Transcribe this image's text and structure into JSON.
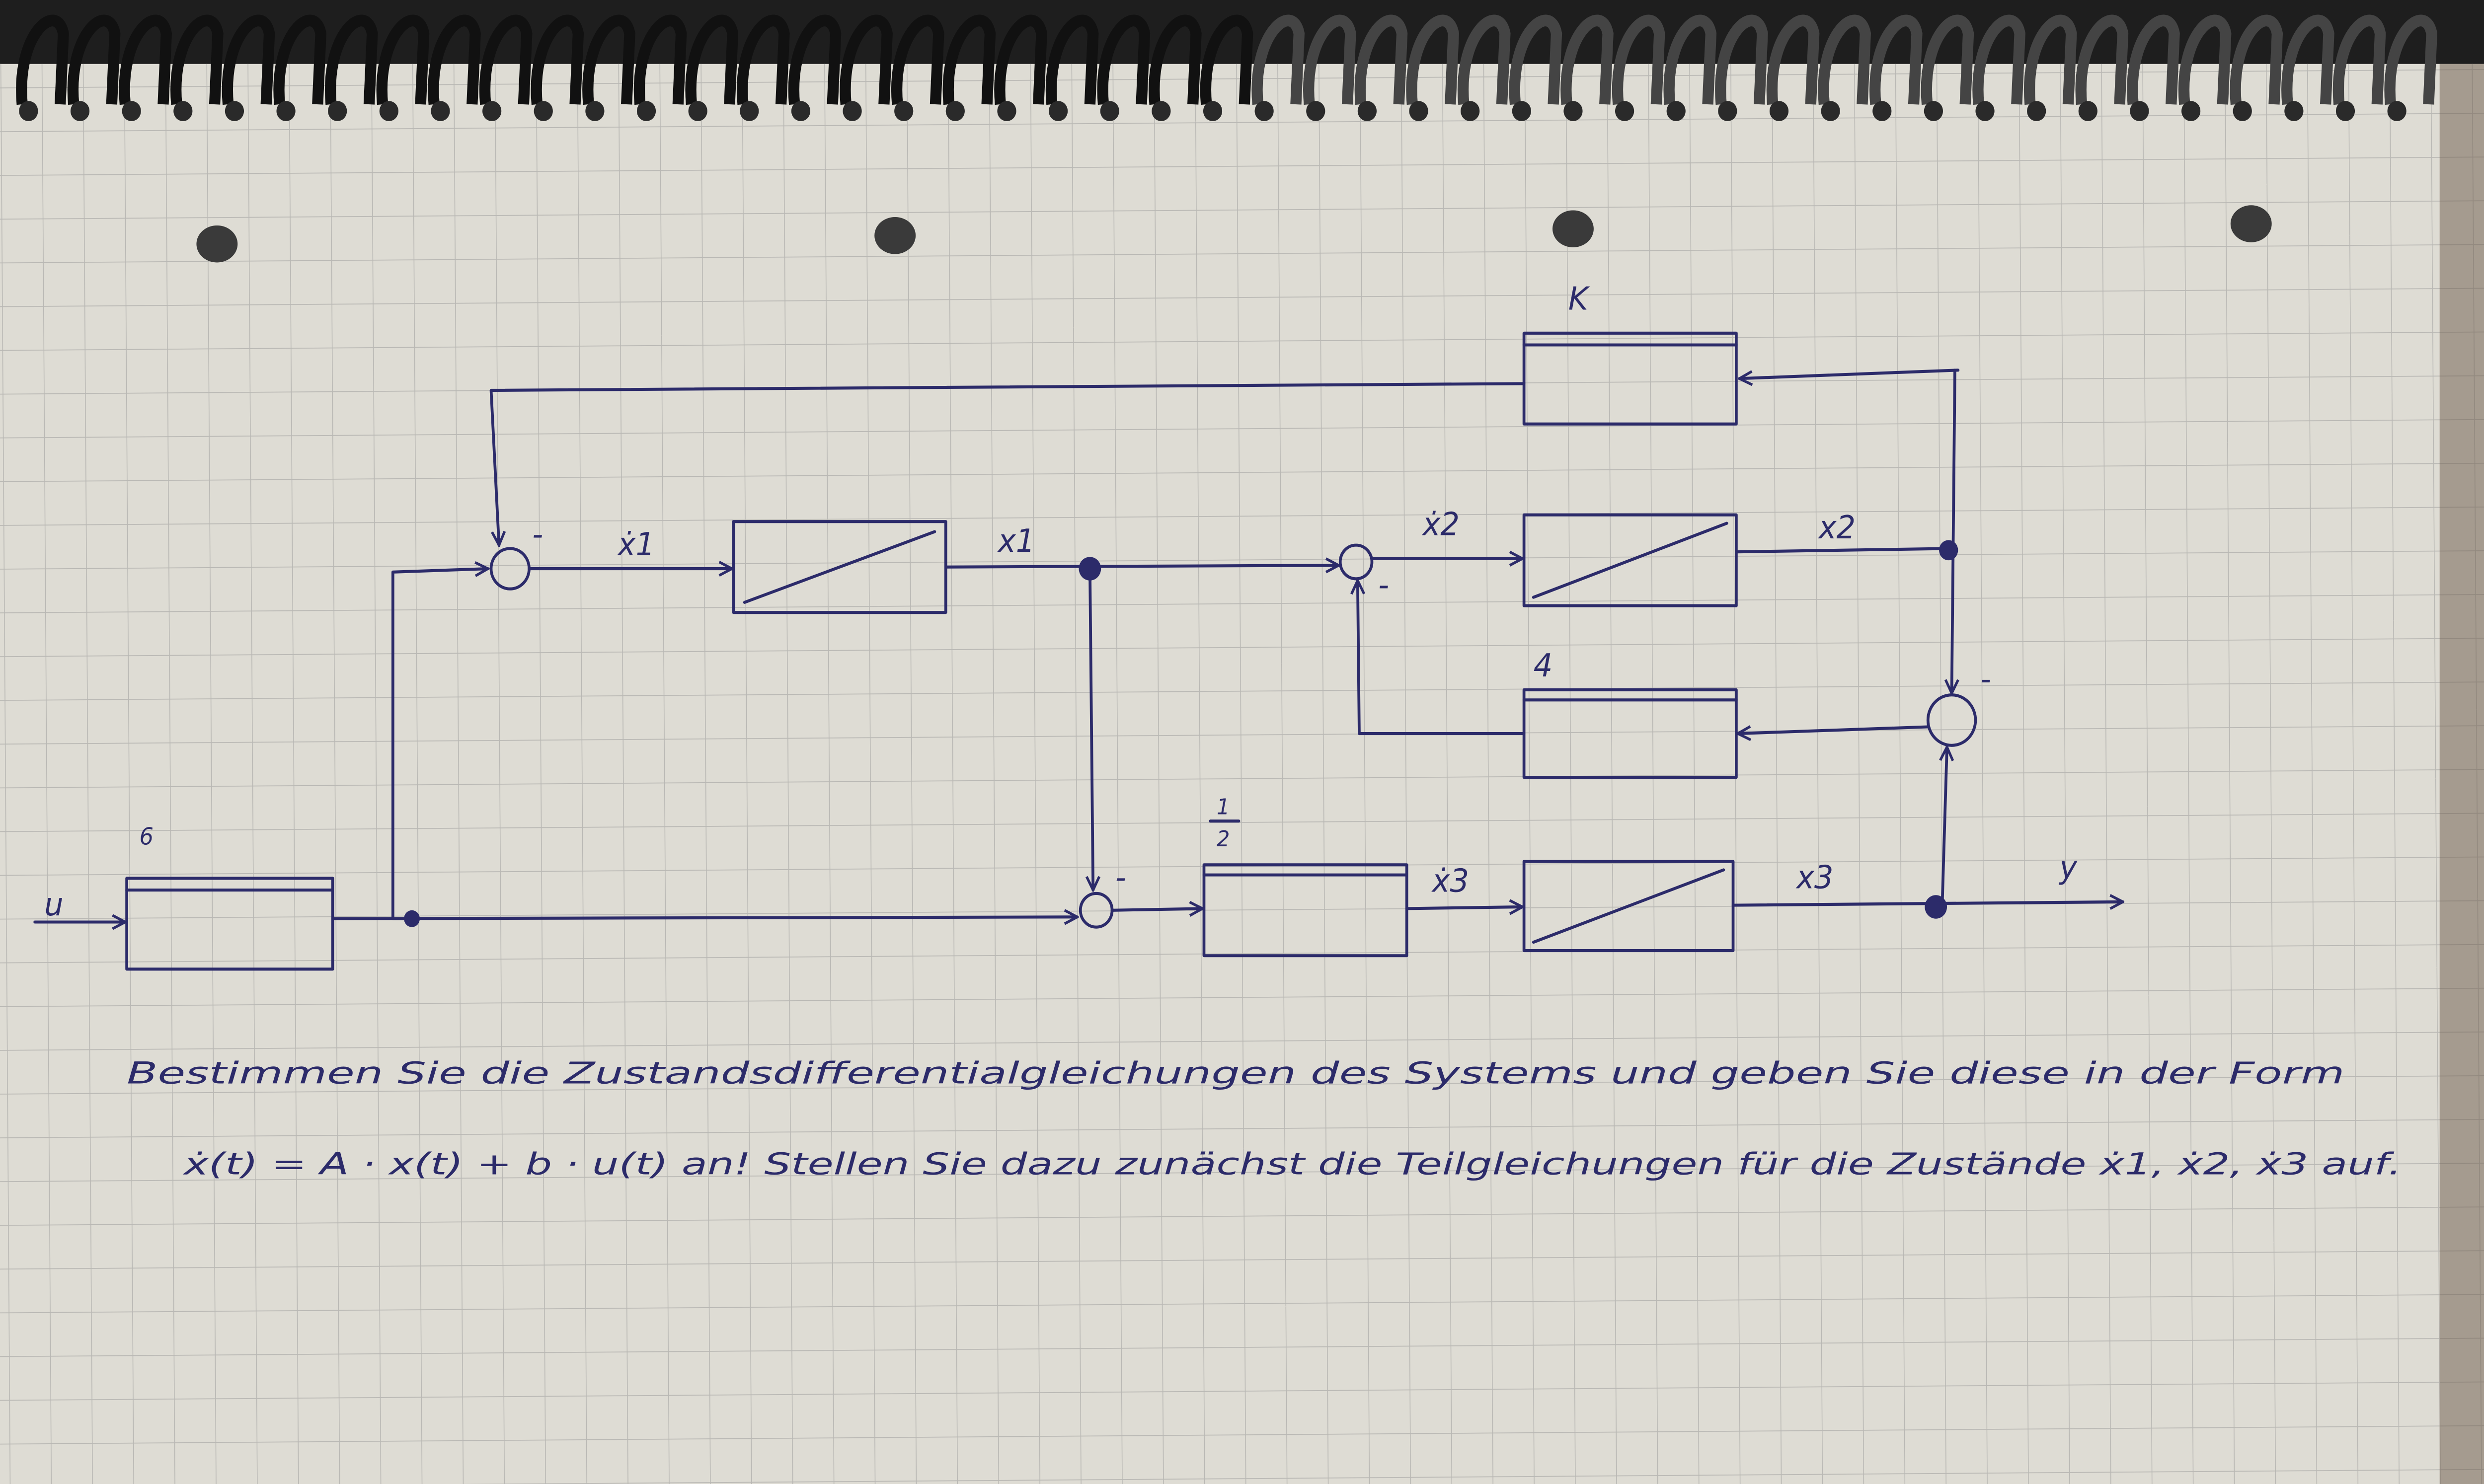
{
  "diagram": {
    "input_label": "u",
    "output_label": "y",
    "gains": {
      "six": "6",
      "k": "K",
      "four": "4",
      "half_num": "1",
      "half_den": "2"
    },
    "signals": {
      "x1dot": "ẋ1",
      "x1": "x1",
      "x2dot": "ẋ2",
      "x2": "x2",
      "x3dot": "ẋ3",
      "x3": "x3"
    },
    "minus_sign": "-"
  },
  "task": {
    "line1": "Bestimmen Sie die Zustandsdifferentialgleichungen des Systems und geben Sie diese in der Form",
    "line2": "ẋ(t) = A · x(t) + b · u(t) an! Stellen Sie dazu zunächst die Teilgleichungen für die Zustände ẋ1, ẋ2, ẋ3 auf."
  },
  "colors": {
    "ink": "#2c2b6a",
    "paper": "#dedcd4",
    "grid": "#b9b8b4",
    "background": "#1e1e1e"
  }
}
